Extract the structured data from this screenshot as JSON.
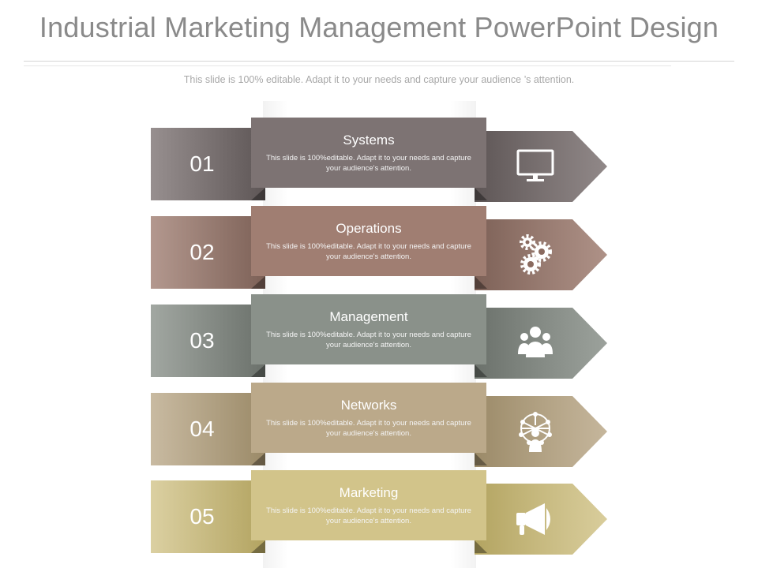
{
  "header": {
    "title": "Industrial Marketing Management PowerPoint Design",
    "subtitle": "This slide is 100% editable. Adapt it to your needs and capture your  audience ’s attention."
  },
  "rows": [
    {
      "number": "01",
      "title": "Systems",
      "text": "This slide is 100%editable. Adapt it to your needs and capture your audience's attention.",
      "icon": "monitor-icon",
      "color": "#7d7373",
      "dark": "#5e5656"
    },
    {
      "number": "02",
      "title": "Operations",
      "text": "This slide is 100%editable. Adapt it to your needs and capture your audience's attention.",
      "icon": "gears-icon",
      "color": "#a07e72",
      "dark": "#7d6157"
    },
    {
      "number": "03",
      "title": "Management",
      "text": "This slide is 100%editable. Adapt it to your needs and capture your audience's attention.",
      "icon": "team-icon",
      "color": "#8a918a",
      "dark": "#6b716b"
    },
    {
      "number": "04",
      "title": "Networks",
      "text": "This slide is 100%editable. Adapt it to your needs and capture your audience's attention.",
      "icon": "network-icon",
      "color": "#bba98a",
      "dark": "#9b8a68"
    },
    {
      "number": "05",
      "title": "Marketing",
      "text": "This slide is 100%editable. Adapt it to your needs and capture your audience's attention.",
      "icon": "megaphone-icon",
      "color": "#d2c48a",
      "dark": "#b3a461"
    }
  ]
}
